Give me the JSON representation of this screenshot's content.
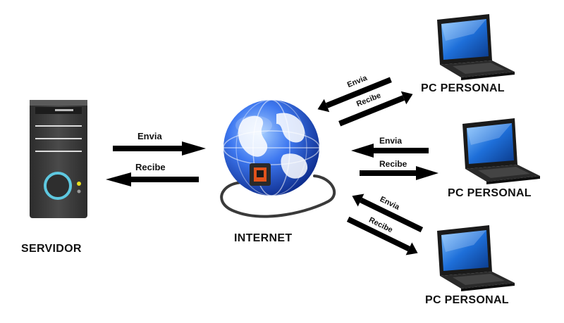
{
  "nodes": {
    "server": {
      "label": "SERVIDOR"
    },
    "internet": {
      "label": "INTERNET"
    },
    "pcs": [
      {
        "label": "PC PERSONAL"
      },
      {
        "label": "PC PERSONAL"
      },
      {
        "label": "PC PERSONAL"
      }
    ]
  },
  "arrows": {
    "server_send": "Envia",
    "server_receive": "Recibe",
    "pc1_send": "Envia",
    "pc1_receive": "Recibe",
    "pc2_send": "Envia",
    "pc2_receive": "Recibe",
    "pc3_send": "Envia",
    "pc3_receive": "Recibe"
  },
  "colors": {
    "arrow": "#000000",
    "globe": "#1f4fd6",
    "server_body": "#3d3d3d",
    "server_ring": "#5ec8e0",
    "server_led": "#e8e020",
    "laptop_screen": "#1e6fd9",
    "cable": "#3a3a3a",
    "plug": "#e0531c"
  }
}
